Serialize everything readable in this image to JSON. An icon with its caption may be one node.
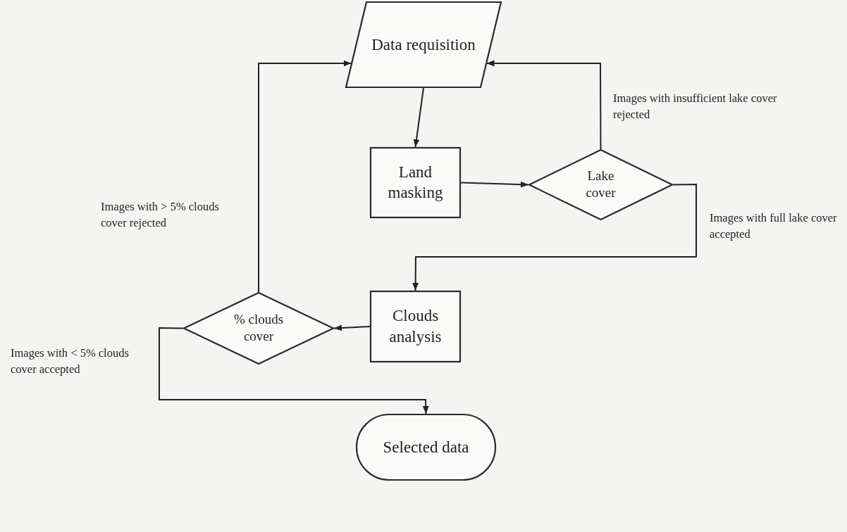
{
  "diagram": {
    "nodes": [
      {
        "text": [
          "Data requisition"
        ]
      },
      {
        "text": [
          "Land masking"
        ]
      },
      {
        "text": [
          "Lake cover"
        ]
      },
      {
        "text": [
          "Clouds analysis"
        ]
      },
      {
        "text": [
          "% clouds cover"
        ]
      },
      {
        "text": [
          "Selected data"
        ]
      }
    ],
    "edges": [
      {
        "from": 0,
        "to": 1,
        "arrow": "to"
      },
      {
        "from": 1,
        "to": 2,
        "arrow": "to"
      },
      {
        "from": 2,
        "to": 0,
        "arrow": "to",
        "label": "Images with insufficient lake cover rejected"
      },
      {
        "from": 2,
        "to": 3,
        "arrow": "to",
        "label": "Images with full lake cover accepted"
      },
      {
        "from": 3,
        "to": 4,
        "arrow": "to"
      },
      {
        "from": 4,
        "to": 0,
        "arrow": "to",
        "label": "Images with > 5% clouds cover rejected"
      },
      {
        "from": 4,
        "to": 5,
        "arrow": "to",
        "label": "Images with < 5% clouds cover accepted"
      }
    ]
  }
}
